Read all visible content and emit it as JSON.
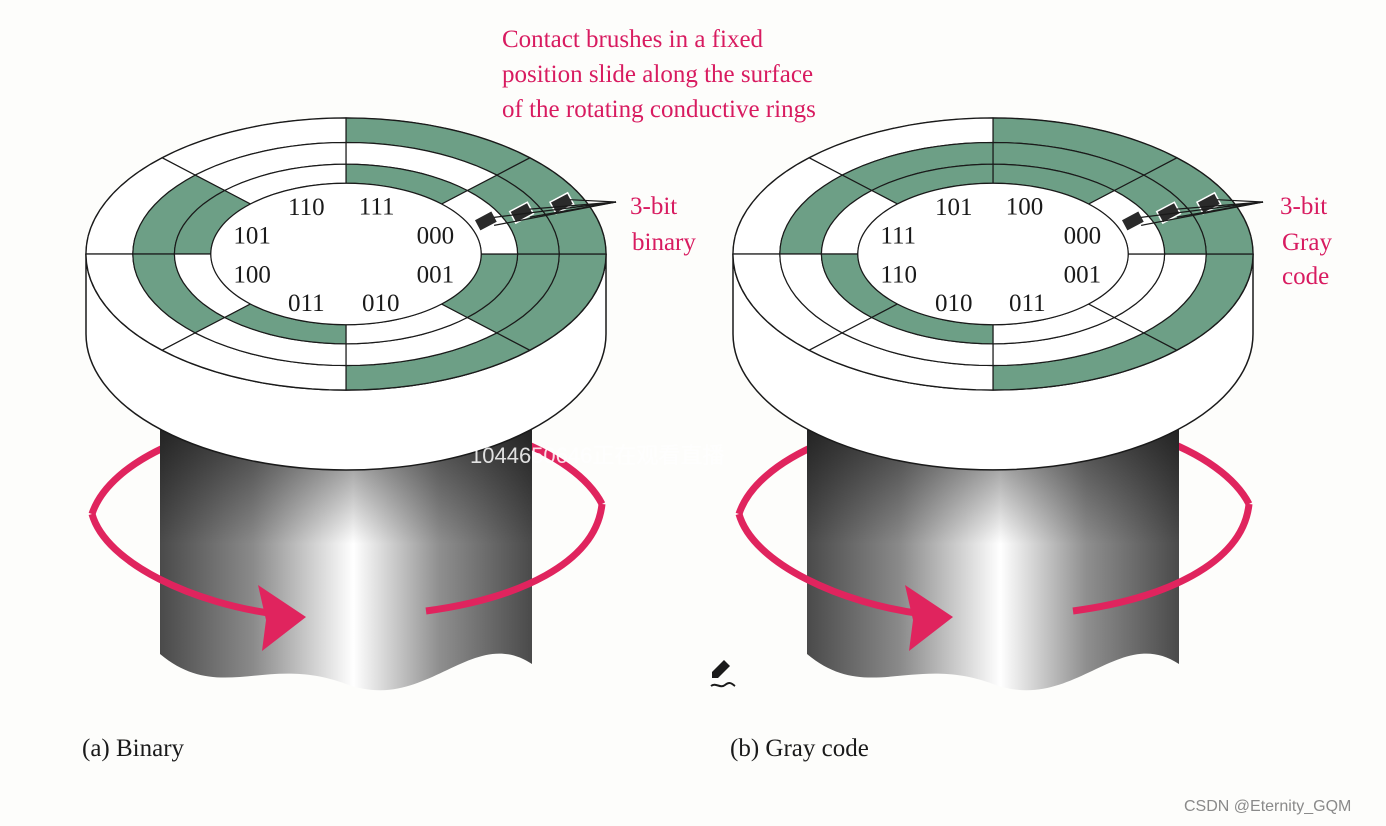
{
  "annotation": {
    "lines": [
      "Contact brushes in a fixed",
      "position slide along the surface",
      "of the rotating conductive rings"
    ],
    "color": "#d81b60"
  },
  "colors": {
    "segment_fill": "#6d9f86",
    "ring_stroke": "#1a1a1a",
    "arrow": "#e0245e",
    "brush": "#2a2a2a"
  },
  "encoders": [
    {
      "id": "binary",
      "caption": "(a) Binary",
      "label_lines": [
        "3-bit",
        "binary"
      ],
      "codes": [
        "000",
        "111",
        "110",
        "101",
        "100",
        "011",
        "010",
        "001"
      ],
      "rings": [
        [
          1,
          1,
          1,
          1,
          0,
          0,
          0,
          0
        ],
        [
          0,
          1,
          1,
          0,
          0,
          1,
          1,
          0
        ],
        [
          0,
          1,
          0,
          1,
          0,
          1,
          0,
          1
        ]
      ]
    },
    {
      "id": "gray",
      "caption": "(b) Gray code",
      "label_lines": [
        "3-bit",
        "Gray",
        "code"
      ],
      "codes": [
        "000",
        "100",
        "101",
        "111",
        "110",
        "010",
        "011",
        "001"
      ],
      "rings": [
        [
          1,
          1,
          1,
          1,
          0,
          0,
          0,
          0
        ],
        [
          0,
          0,
          1,
          1,
          1,
          1,
          0,
          0
        ],
        [
          0,
          0,
          0,
          1,
          1,
          0,
          1,
          1
        ]
      ]
    }
  ],
  "overlay_text": "1044650646正在观看直播",
  "icons": {
    "pen": "pen-icon"
  },
  "watermark": "CSDN @Eternity_GQM"
}
